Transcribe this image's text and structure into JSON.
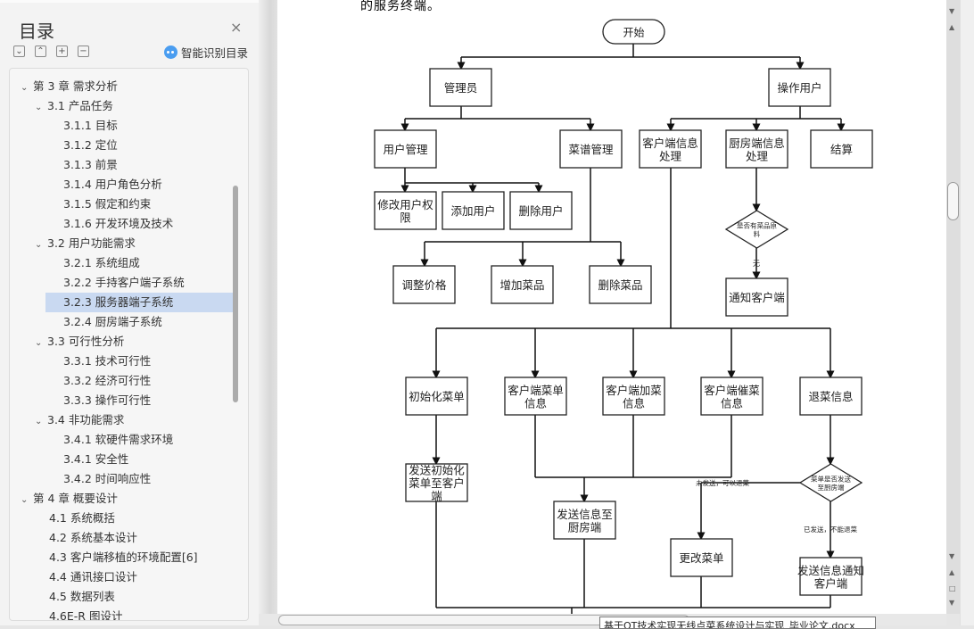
{
  "nav": {
    "title": "目录",
    "close": "×",
    "tools": [
      {
        "name": "expand-all",
        "glyph": "⌄"
      },
      {
        "name": "collapse-all",
        "glyph": "⌃"
      },
      {
        "name": "expand-level",
        "glyph": "+"
      },
      {
        "name": "collapse-level",
        "glyph": "−"
      }
    ],
    "ai_label": "智能识别目录",
    "items": [
      {
        "label": "第 3 章  需求分析",
        "level": 0,
        "expanded": true
      },
      {
        "label": "3.1 产品任务",
        "level": 1,
        "expanded": true
      },
      {
        "label": "3.1.1 目标",
        "level": 2
      },
      {
        "label": "3.1.2 定位",
        "level": 2
      },
      {
        "label": "3.1.3 前景",
        "level": 2
      },
      {
        "label": "3.1.4 用户角色分析",
        "level": 2
      },
      {
        "label": "3.1.5 假定和约束",
        "level": 2
      },
      {
        "label": "3.1.6 开发环境及技术",
        "level": 2
      },
      {
        "label": "3.2 用户功能需求",
        "level": 1,
        "expanded": true
      },
      {
        "label": "3.2.1 系统组成",
        "level": 2
      },
      {
        "label": "3.2.2 手持客户端子系统",
        "level": 2
      },
      {
        "label": "3.2.3 服务器端子系统",
        "level": 2,
        "selected": true
      },
      {
        "label": "3.2.4 厨房端子系统",
        "level": 2
      },
      {
        "label": "3.3 可行性分析",
        "level": 1,
        "expanded": true
      },
      {
        "label": "3.3.1 技术可行性",
        "level": 2
      },
      {
        "label": "3.3.2 经济可行性",
        "level": 2
      },
      {
        "label": "3.3.3 操作可行性",
        "level": 2
      },
      {
        "label": "3.4 非功能需求",
        "level": 1,
        "expanded": true
      },
      {
        "label": "3.4.1 软硬件需求环境",
        "level": 2
      },
      {
        "label": "3.4.1 安全性",
        "level": 2
      },
      {
        "label": "3.4.2 时间响应性",
        "level": 2
      },
      {
        "label": "第 4 章  概要设计",
        "level": 0,
        "expanded": true
      },
      {
        "label": "4.1 系统概括",
        "level": 1
      },
      {
        "label": "4.2 系统基本设计",
        "level": 1
      },
      {
        "label": "4.3 客户端移植的环境配置[6]",
        "level": 1
      },
      {
        "label": "4.4 通讯接口设计",
        "level": 1
      },
      {
        "label": "4.5 数据列表",
        "level": 1
      },
      {
        "label": "4.6E-R 图设计",
        "level": 1
      }
    ]
  },
  "document": {
    "text_line": "的服务终端。",
    "flowchart": {
      "start": "开始",
      "admin": "管理员",
      "operator": "操作用户",
      "user_mgmt": "用户管理",
      "menu_mgmt": "菜谱管理",
      "client_info": "客户端信息处理",
      "kitchen_info": "厨房端信息处理",
      "settle": "结算",
      "modify_perm": "修改用户权限",
      "add_user": "添加用户",
      "del_user": "删除用户",
      "adjust_price": "调整价格",
      "add_dish": "增加菜品",
      "del_dish": "删除菜品",
      "has_material": "是否有菜品原料",
      "none_label": "无",
      "notify_client": "通知客户端",
      "init_menu": "初始化菜单",
      "client_menu": "客户端菜单信息",
      "client_add": "客户端加菜信息",
      "client_urge": "客户端催菜信息",
      "return_info": "退菜信息",
      "send_init": "发送初始化菜单至客户端",
      "send_kitchen": "发送信息至厨房端",
      "sent_check": "菜单是否发送至厨房端",
      "not_sent": "未发送，可以退菜",
      "already_sent": "已发送，不能退菜",
      "change_menu": "更改菜单",
      "send_notify": "发送信息通知客户端"
    }
  },
  "tooltip": "基于QT技术实现无线点菜系统设计与实现_毕业论文.docx"
}
